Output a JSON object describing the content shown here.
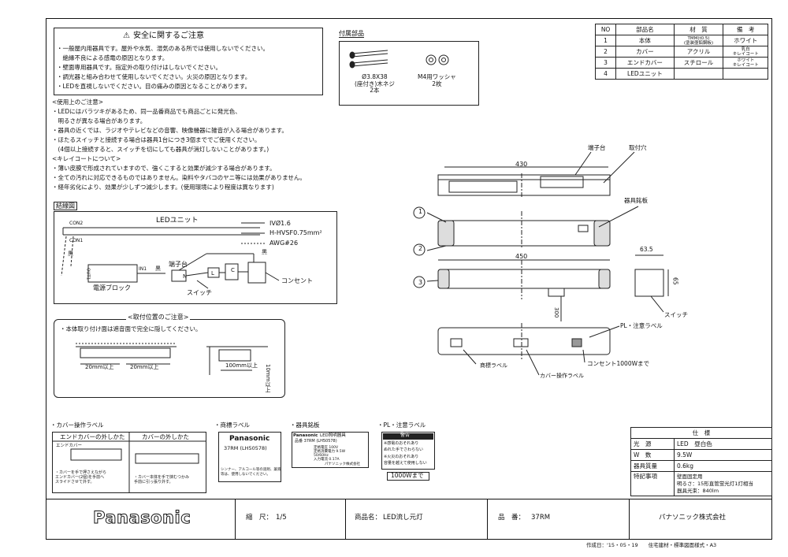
{
  "safety": {
    "heading": "安全に関するご注意",
    "lines": [
      "・一般屋内用器具です。屋外や水気、湿気のある所では使用しないでください。",
      "　絶縁不良による感電の原因となります。",
      "・壁面専用器具です。指定外の取り付けはしないでください。",
      "・調光器と組み合わせて使用しないでください。火災の原因となります。",
      "・LEDを直視しないでください。目の痛みの原因となることがあります。"
    ]
  },
  "usage": {
    "lines": [
      "<使用上のご注意>",
      "・LEDにはバラツキがあるため、同一品番商品でも商品ごとに発光色、",
      "　明るさが異なる場合があります。",
      "・器具の近くでは、ラジオやテレビなどの音響、映像機器に雑音が入る場合があります。",
      "・ほたるスイッチと接続する場合は器具1台につき3個まででご使用ください。",
      "　(4個以上接続すると、スイッチを切にしても器具が消灯しないことがあります。)",
      "<キレイコートについて>",
      "・薄い皮膜で形成されていますので、強くこすると効果が減少する場合があります。",
      "・全ての汚れに対応できるものではありません。染料やタバコのヤニ等には効果がありません。",
      "・経年劣化により、効果が少しずつ減少します。(使用環境により程度は異なります)"
    ]
  },
  "accessories": {
    "tag": "付属部品",
    "screw_label": "Ø3.8X38\n(座付き)木ネジ\n2本",
    "washer_label": "M4用ワッシャ\n2枚"
  },
  "parts_table": {
    "headers": [
      "NO",
      "部品名",
      "材　質",
      "備　考"
    ],
    "rows": [
      [
        "1",
        "本体",
        "TMM(t0.5)\n(塗装亜鉛鋼板)",
        "ホワイト"
      ],
      [
        "2",
        "カバー",
        "アクリル",
        "乳白\nキレイコート"
      ],
      [
        "3",
        "エンドカバー",
        "スチロール",
        "ホワイト\nキレイコート"
      ],
      [
        "4",
        "LEDユニット",
        "",
        ""
      ]
    ]
  },
  "wiring": {
    "tag": "結線図",
    "led_unit": "LEDユニット",
    "legend": [
      "IVØ1.6",
      "H-HVSF0.75mm²",
      "AWG#26"
    ],
    "con2": "CON2",
    "con1": "CON1",
    "in1": "IN1",
    "out1": "OUT1",
    "black1": "黒",
    "black2": "黒",
    "black3": "黒",
    "terminal": "端子台",
    "n": "N",
    "l": "L",
    "c": "C",
    "power_block": "電源ブロック",
    "switch": "スイッチ",
    "outlet": "コンセント"
  },
  "mounting": {
    "tag": "<取付位置のご注意>",
    "note": "・本体取り付け面は遮音面で完全に隠してください。",
    "dim1": "20mm以上",
    "dim2": "20mm以上",
    "dim3": "100mm以上",
    "dim4": "10mm以上"
  },
  "drawing": {
    "len430": "430",
    "len450": "450",
    "terminal": "端子台",
    "mount_hole": "取付穴",
    "nameplate": "器具銘板",
    "n1": "1",
    "n2": "2",
    "n3": "3",
    "d63": "63.5",
    "d65": "65",
    "d300": "300",
    "switch": "スイッチ",
    "pl_label": "PL・注意ラベル",
    "outlet": "コンセント1000Wまで",
    "brand_label": "商標ラベル",
    "cover_label": "カバー操作ラベル"
  },
  "bottom_labels": {
    "cover_op": {
      "title": "・カバー操作ラベル",
      "col1": "エンドカバーの外しかた",
      "col2": "カバーの外しかた",
      "note1": "・カバーを手で押さえながら\nエンドカバー(2個)を手前へ\nスライドさせて外す。",
      "note2": "・カバー本体を手で挟むつかみ\n手前に引っ張り外す。",
      "end_cover": "エンドカバー"
    },
    "brand": {
      "title": "・商標ラベル",
      "logo": "Panasonic",
      "model": "37RM (LH50578)",
      "note": "シンナー、アルコール等の溶剤、薬液\n等は、使用しないでください。"
    },
    "nameplate": {
      "title": "・器具銘板",
      "logo": "Panasonic",
      "header": "LED照明器具",
      "model": "品番 37RM (LH50578)",
      "specs": "定格電圧 100V\n定格消費電力 9.5W\n50/60Hz\n入力電流 0.17A",
      "maker": "パナソニック株式会社"
    },
    "pl": {
      "title": "・PL・注意ラベル",
      "warning": "警告",
      "lines": [
        "※感電のおそれあり",
        "ぬれた手でさわらない",
        "※火災のおそれあり",
        "容量を越えて使用しない"
      ],
      "cap": "1000Wまで"
    }
  },
  "spec_table": {
    "title": "仕　様",
    "rows": [
      [
        "光　源",
        "LED　昼白色"
      ],
      [
        "W　数",
        "9.5W"
      ],
      [
        "器具質量",
        "0.6kg"
      ],
      [
        "特記事項",
        "壁面固定用\n明るさ：15形直管蛍光灯1灯相当\n器具光束：840lm"
      ]
    ]
  },
  "title_block": {
    "logo": "Panasonic",
    "scale_label": "縮　尺：",
    "scale": "1/5",
    "product_label": "商品名：",
    "product": "LED流し元灯",
    "number_label": "品　番：",
    "number": "37RM",
    "company": "パナソニック株式会社"
  },
  "footer": "作成日：'15・05・19　　住宅建材・標準図面様式・A3"
}
